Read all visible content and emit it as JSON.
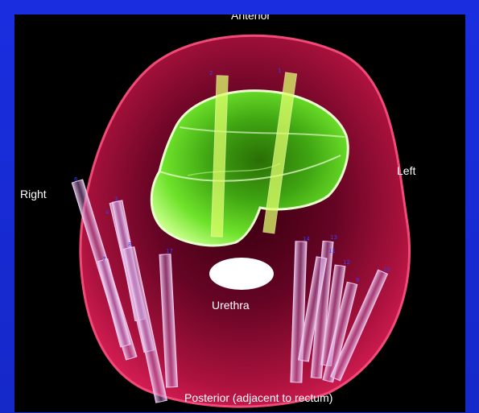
{
  "labels": {
    "anterior": "Anterior",
    "left": "Left",
    "right": "Right",
    "urethra": "Urethra",
    "posterior": "Posterior (adjacent to rectum)"
  },
  "needles": {
    "n1": "1",
    "n2": "2",
    "n3": "3",
    "n4": "4",
    "n5": "5",
    "n6": "6",
    "n7": "7",
    "n8": "8",
    "n9": "9",
    "n10": "10",
    "n11": "11",
    "n12": "12",
    "n13": "13",
    "n14": "14",
    "n17": "17"
  },
  "colors": {
    "border": "#1a2ee0",
    "background": "#000000",
    "prostate": "#d11a4f",
    "tumor": "#49c414",
    "needle": "#e7b3ee",
    "needle_inner": "#c9ff52",
    "urethra": "#ffffff"
  }
}
